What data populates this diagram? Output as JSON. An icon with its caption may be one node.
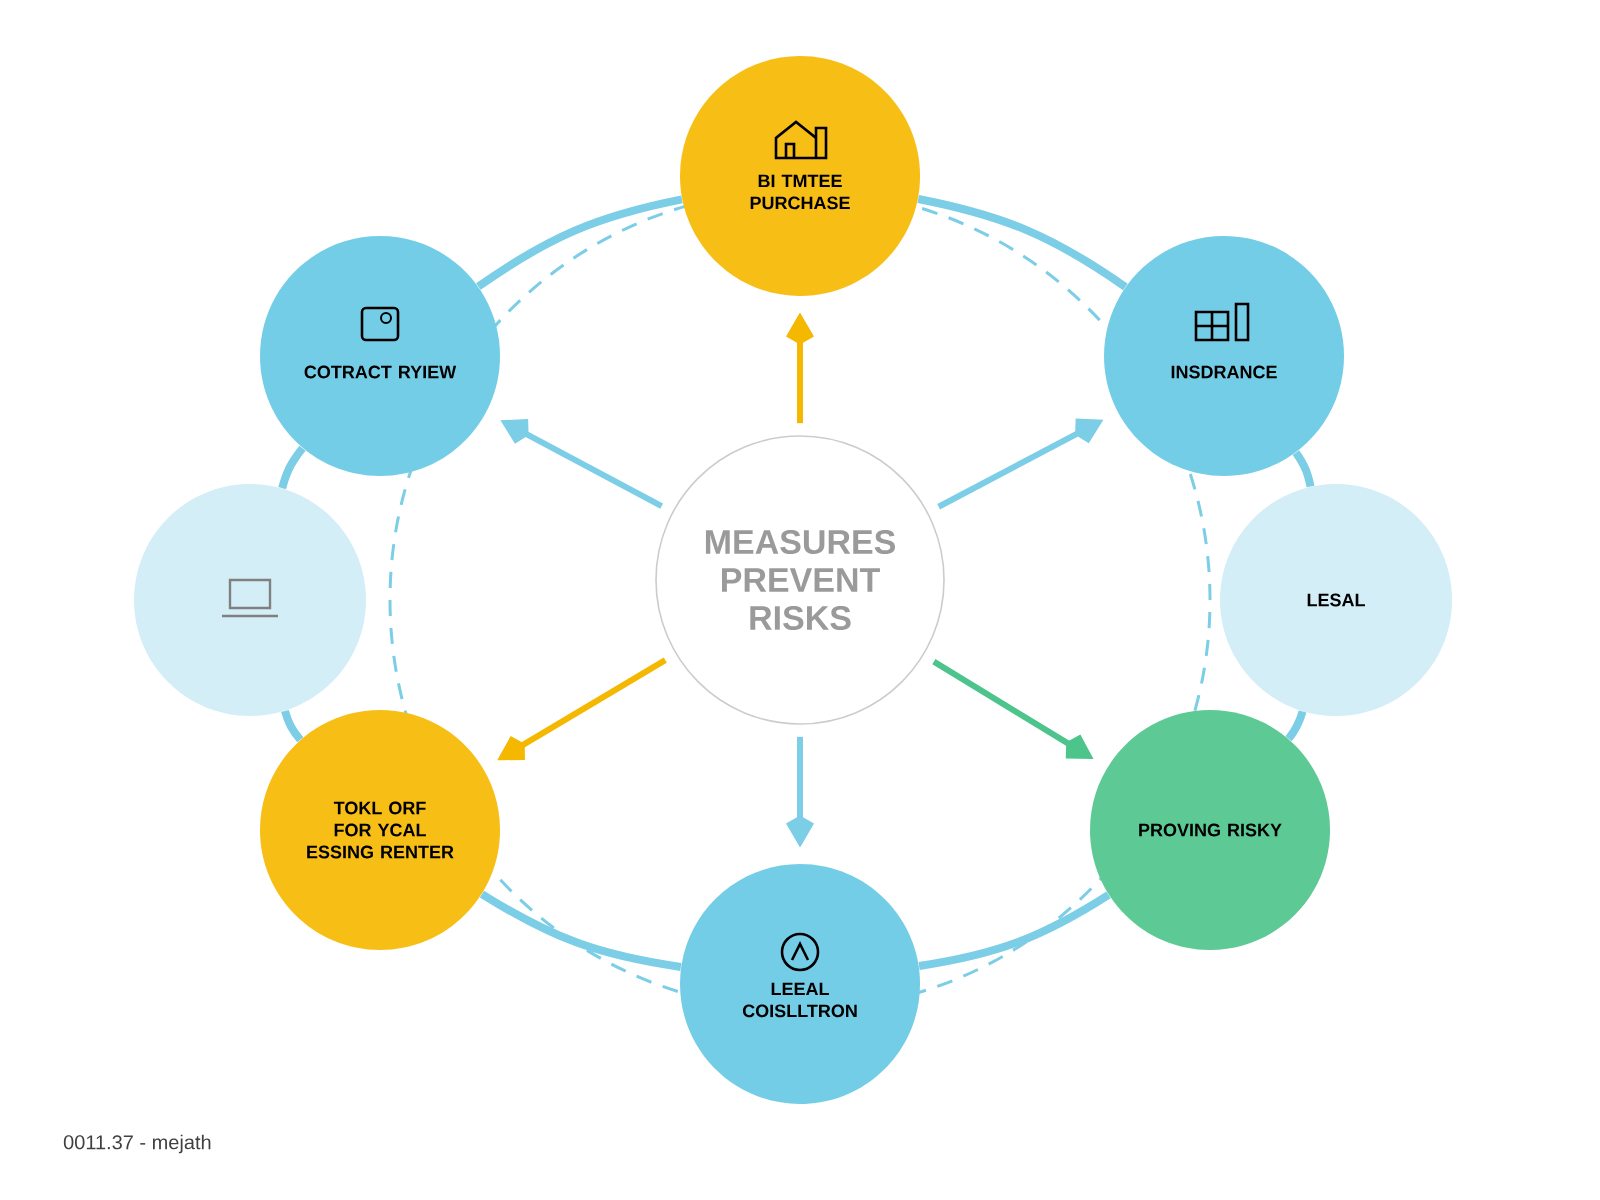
{
  "diagram": {
    "nodes": [
      {
        "text": [
          "MEASURES PREVENT RISKS"
        ]
      },
      {
        "text": [
          "BI TMTEE PURCHASE"
        ]
      },
      {
        "text": [
          "INSDRANCE"
        ]
      },
      {
        "text": [
          "LESAL"
        ]
      },
      {
        "text": [
          "PROVING RISKY"
        ]
      },
      {
        "text": [
          "LEEAL COISLLTRON"
        ]
      },
      {
        "text": [
          "TOKL ORF FOR YCAL ESSING RENTER"
        ]
      },
      {
        "text": [],
        "shape": "circle"
      },
      {
        "text": [
          "COTRACT RYIEW"
        ]
      }
    ],
    "edges": [
      {
        "from": 0,
        "to": 1,
        "arrow": "to",
        "color": "#f5b800"
      },
      {
        "from": 0,
        "to": 2,
        "arrow": "to"
      },
      {
        "from": 0,
        "to": 4,
        "arrow": "to",
        "color": "#4cc48c"
      },
      {
        "from": 0,
        "to": 5,
        "arrow": "to"
      },
      {
        "from": 0,
        "to": 6,
        "arrow": "to",
        "color": "#f5b800"
      },
      {
        "from": 0,
        "to": 8,
        "arrow": "to"
      },
      {
        "from": 1,
        "to": 2,
        "arrow": "none"
      },
      {
        "from": 2,
        "to": 3,
        "arrow": "none"
      },
      {
        "from": 3,
        "to": 4,
        "arrow": "none"
      },
      {
        "from": 4,
        "to": 5,
        "arrow": "none"
      },
      {
        "from": 5,
        "to": 6,
        "arrow": "none"
      },
      {
        "from": 6,
        "to": 7,
        "arrow": "none"
      },
      {
        "from": 7,
        "to": 8,
        "arrow": "none"
      },
      {
        "from": 8,
        "to": 1,
        "arrow": "none"
      }
    ],
    "labels": [
      "0011.37 - mejath"
    ]
  }
}
